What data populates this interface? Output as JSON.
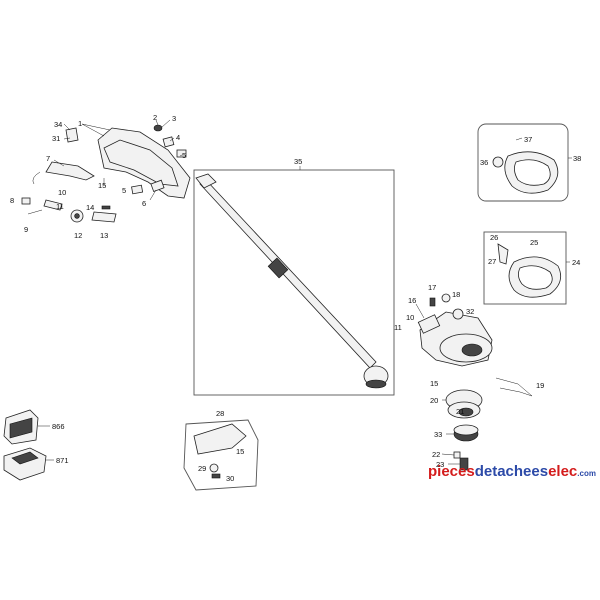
{
  "part_labels": {
    "p1": "1",
    "p2": "2",
    "p3": "3",
    "p4": "4",
    "p5a": "5",
    "p5b": "5",
    "p6": "6",
    "p7": "7",
    "p8": "8",
    "p9": "9",
    "p10a": "10",
    "p10b": "10",
    "p11a": "11",
    "p11b": "11",
    "p12": "12",
    "p13": "13",
    "p14": "14",
    "p15a": "15",
    "p15b": "15",
    "p15c": "15",
    "p16": "16",
    "p17": "17",
    "p18": "18",
    "p19": "19",
    "p20": "20",
    "p21": "21",
    "p22": "22",
    "p23": "23",
    "p24": "24",
    "p25": "25",
    "p26": "26",
    "p27": "27",
    "p28": "28",
    "p29": "29",
    "p30": "30",
    "p31": "31",
    "p32": "32",
    "p33": "33",
    "p34": "34",
    "p35": "35",
    "p36": "36",
    "p37": "37",
    "p38": "38",
    "p866": "866",
    "p871": "871"
  },
  "watermark": {
    "part1": "pieces",
    "part2": "detachees",
    "part3": "elec",
    "suffix": ".com",
    "color_red": "#d41c1c",
    "color_blue": "#2c4aa8"
  }
}
